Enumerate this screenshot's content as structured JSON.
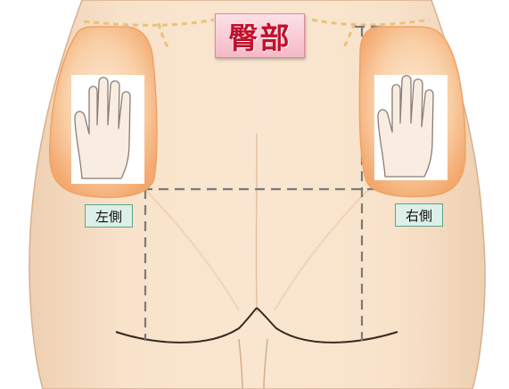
{
  "title": "臀部",
  "labels": {
    "left": "左側",
    "right": "右側"
  },
  "colors": {
    "skin": "#f6dcc2",
    "skin_shadow": "#eac6a4",
    "pad_orange": "#f5b27b",
    "title_text": "#c0112c",
    "title_bg": "#f6b9c6",
    "label_bg": "#dcefe8",
    "label_border": "#5aa789",
    "guide_line": "#7a7a7a",
    "waistband_dots": "#e9c27a"
  },
  "icons": {
    "hand": "hand-icon"
  }
}
